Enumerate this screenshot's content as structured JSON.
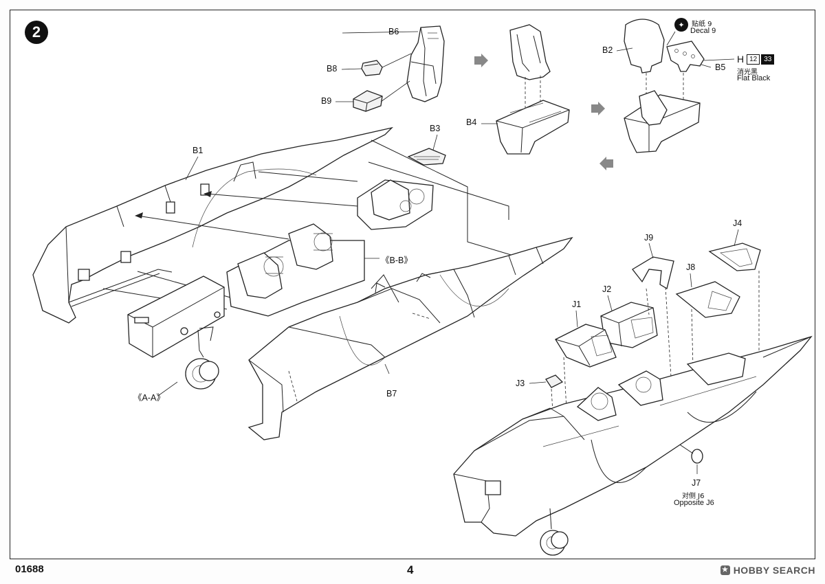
{
  "step": {
    "number": "2"
  },
  "footer": {
    "product_code": "01688",
    "page_number": "4",
    "watermark": "HOBBY SEARCH"
  },
  "decal": {
    "cn": "贴纸 9",
    "en": "Decal 9"
  },
  "paint": {
    "letter": "H",
    "code1": "12",
    "code2": "33",
    "cn": "消光黑",
    "en": "Flat Black"
  },
  "part_labels": {
    "b6": "B6",
    "b8": "B8",
    "b9": "B9",
    "b4": "B4",
    "b2": "B2",
    "b5": "B5",
    "b3": "B3",
    "b1": "B1",
    "b7": "B7",
    "j1": "J1",
    "j2": "J2",
    "j3": "J3",
    "j4": "J4",
    "j7": "J7",
    "j8": "J8",
    "j9": "J9"
  },
  "section_labels": {
    "aa": "《A-A》",
    "bb": "《B-B》"
  },
  "j7_note": {
    "cn": "对侧 J6",
    "en": "Opposite J6"
  },
  "icons": [
    "step-number-badge",
    "decal-icon",
    "assembly-arrow-icon",
    "hobby-search-logo"
  ]
}
